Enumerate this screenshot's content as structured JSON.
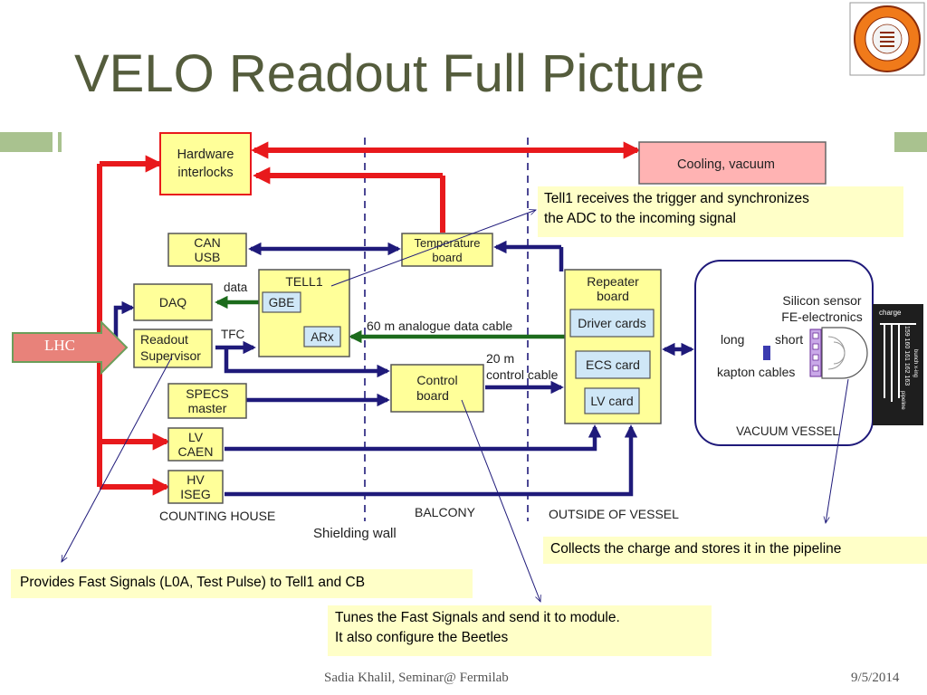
{
  "slide": {
    "title": "VELO Readout Full Picture",
    "footer_center": "Sadia Khalil, Seminar@ Fermilab",
    "footer_right": "9/5/2014",
    "logo": "syracuse-university-seal"
  },
  "lhc": {
    "label": "LHC"
  },
  "diagram": {
    "boxes": {
      "hardware": [
        "Hardware",
        "interlocks"
      ],
      "cooling": "Cooling, vacuum",
      "can": [
        "CAN",
        "USB"
      ],
      "temp": [
        "Temperature",
        "board"
      ],
      "tell1": "TELL1",
      "gbe": "GBE",
      "arx": "ARx",
      "daq": "DAQ",
      "readout": [
        "Readout",
        "Supervisor"
      ],
      "specs": [
        "SPECS",
        "master"
      ],
      "lv": [
        "LV",
        "CAEN"
      ],
      "hv": [
        "HV",
        "ISEG"
      ],
      "control": [
        "Control",
        "board"
      ],
      "repeater": [
        "Repeater",
        "board"
      ],
      "driver": "Driver cards",
      "ecs": "ECS card",
      "lvcard": "LV card"
    },
    "labels": {
      "data": "data",
      "tfc": "TFC",
      "analogue": "60 m analogue data cable",
      "control_cable": [
        "20 m",
        "control cable"
      ],
      "long": "long",
      "short": "short",
      "kapton": "kapton cables",
      "silicon": [
        "Silicon sensor",
        "FE-electronics"
      ],
      "vacuum_vessel": "VACUUM VESSEL",
      "counting_house": "COUNTING HOUSE",
      "balcony": "BALCONY",
      "outside": "OUTSIDE OF VESSEL",
      "shielding": "Shielding wall"
    },
    "pipeline": {
      "charge": "charge",
      "numbers": "159 160 161 162 163",
      "bunch": "bunch x-ing",
      "pipeline": "pipeline"
    }
  },
  "callouts": {
    "tell1": [
      "Tell1 receives the trigger and synchronizes",
      "the ADC to the incoming signal"
    ],
    "collects": "Collects the charge and stores it in the pipeline",
    "provides": "Provides Fast Signals (L0A, Test Pulse) to Tell1 and CB",
    "tunes": [
      "Tunes the Fast Signals and send it to module.",
      "It also configure the Beetles"
    ]
  },
  "colors": {
    "title": "#545c3c",
    "box_fill": "#ffff99",
    "inner_box": "#cfe7f7",
    "red_line": "#e8191c",
    "navy_line": "#1f1a7a",
    "green_line": "#1c6b1c",
    "cooling_fill": "#ffb3b3",
    "callout_fill": "#ffffc8",
    "lhc_fill": "#e8827a"
  }
}
